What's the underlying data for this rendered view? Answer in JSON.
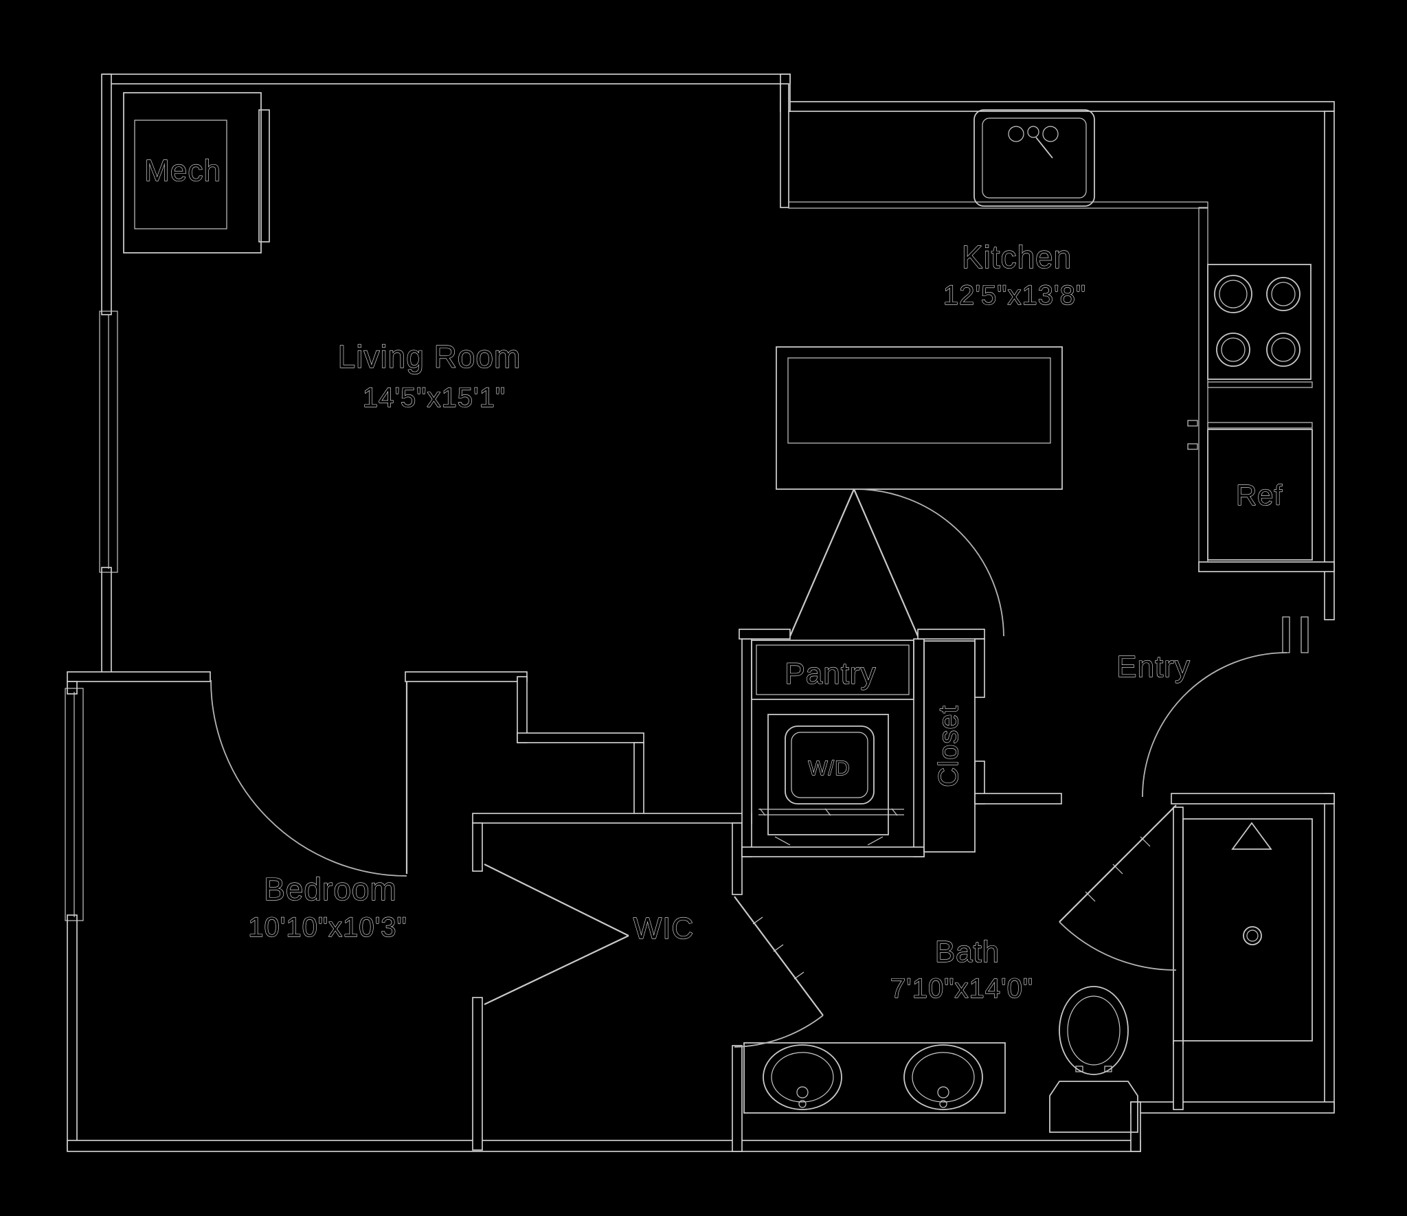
{
  "title": "Apartment floor plan",
  "colors": {
    "background": "#000000",
    "wall_line": "#d9d9d9",
    "fixture_line": "#c9c9c9",
    "door_arc": "#b5b5b5",
    "text_fill": "#000000",
    "text_halo": "#efefef"
  },
  "rooms": {
    "living_room": {
      "label": "Living Room",
      "dimensions": "14'5\"x15'1\""
    },
    "kitchen": {
      "label": "Kitchen",
      "dimensions": "12'5\"x13'8\""
    },
    "bedroom": {
      "label": "Bedroom",
      "dimensions": "10'10\"x10'3\""
    },
    "bath": {
      "label": "Bath",
      "dimensions": "7'10\"x14'0\""
    },
    "wic": {
      "label": "WIC"
    },
    "entry": {
      "label": "Entry"
    },
    "pantry": {
      "label": "Pantry"
    },
    "closet": {
      "label": "Closet"
    },
    "mech": {
      "label": "Mech"
    },
    "washer_dryer": {
      "label": "W/D"
    },
    "refrigerator": {
      "label": "Ref"
    }
  },
  "fixtures": [
    "kitchen-sink",
    "stove-burners",
    "refrigerator",
    "kitchen-island",
    "washer-dryer",
    "vanity-double-sink",
    "toilet",
    "shower-stall",
    "shower-head",
    "shower-drain",
    "window",
    "door-swing"
  ]
}
